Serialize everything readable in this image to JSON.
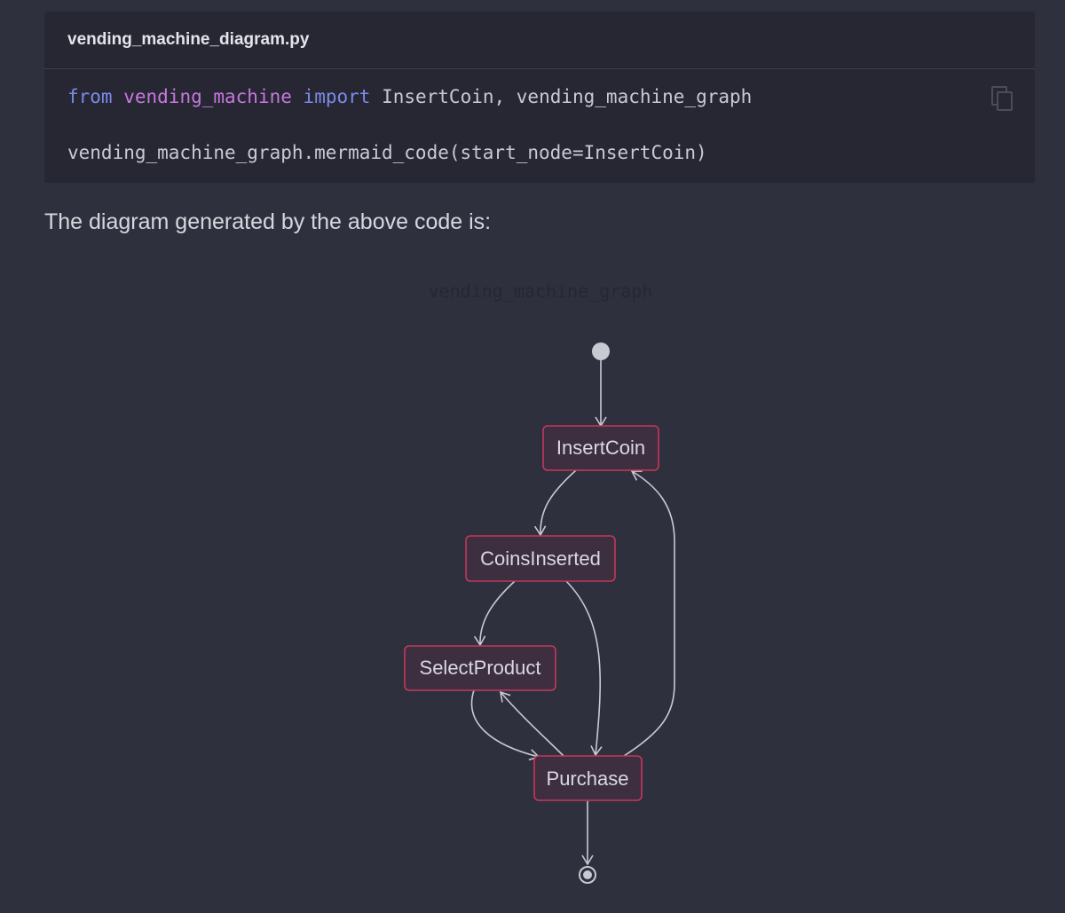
{
  "code_block": {
    "filename": "vending_machine_diagram.py",
    "line1": {
      "kw_from": "from",
      "module": "vending_machine",
      "kw_import": "import",
      "rest": "InsertCoin, vending_machine_graph"
    },
    "line2": "vending_machine_graph.mermaid_code(start_node=InsertCoin)",
    "copy_icon": "copy-icon"
  },
  "caption": "The diagram generated by the above code is:",
  "diagram": {
    "title": "vending_machine_graph",
    "nodes": {
      "insert_coin": "InsertCoin",
      "coins_inserted": "CoinsInserted",
      "select_product": "SelectProduct",
      "purchase": "Purchase"
    },
    "colors": {
      "node_fill": "#3d2e40",
      "node_border": "#c4385a",
      "edge": "#c8c9d2",
      "start": "#c8c9d2"
    }
  }
}
